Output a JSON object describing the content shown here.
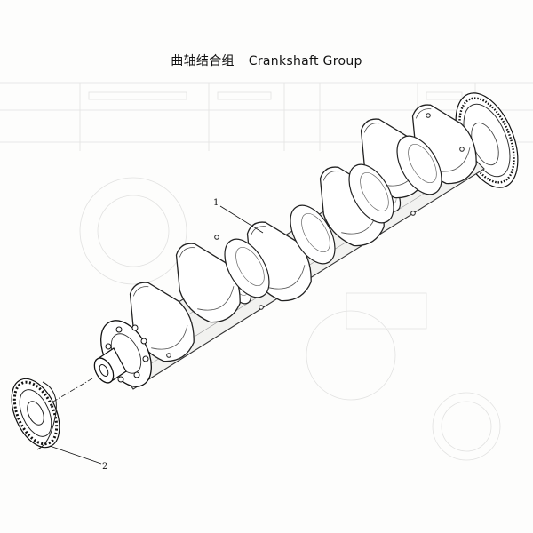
{
  "header": {
    "title_cn": "曲轴结合组",
    "title_en": "Crankshaft Group"
  },
  "callouts": [
    {
      "number": "1"
    },
    {
      "number": "2"
    }
  ]
}
